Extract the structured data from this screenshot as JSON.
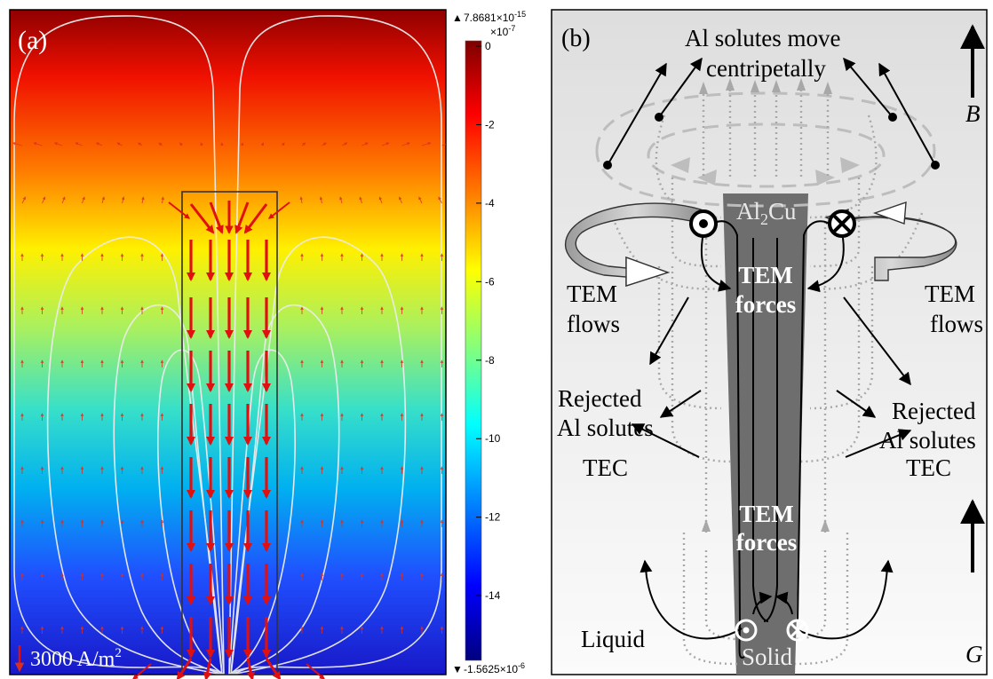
{
  "panel_a": {
    "label": "(a)",
    "scale_arrow_label": "3000 A/m",
    "scale_arrow_sup": "2"
  },
  "colorbar": {
    "max_label": "7.8681×10",
    "max_exp": "-15",
    "multiplier": "×10",
    "multiplier_exp": "-7",
    "ticks": [
      "0",
      "-2",
      "-4",
      "-6",
      "-8",
      "-10",
      "-12",
      "-14"
    ],
    "tick_values": [
      0,
      -2,
      -4,
      -6,
      -8,
      -10,
      -12,
      -14
    ],
    "range": [
      -15.625,
      0
    ],
    "min_label": "-1.5625×10",
    "min_exp": "-6",
    "colors": [
      "#7f0000",
      "#ff0000",
      "#ff8000",
      "#ffff00",
      "#80ff80",
      "#00ffff",
      "#0080ff",
      "#0000ff",
      "#00007f"
    ]
  },
  "panel_b": {
    "label": "(b)",
    "al_move_line1": "Al solutes move",
    "al_move_line2": "centripetally",
    "b_label": "B",
    "g_label": "G",
    "al2cu_main": "Al",
    "al2cu_sub": "2",
    "al2cu_tail": "Cu",
    "tem_forces_top_1": "TEM",
    "tem_forces_top_2": "forces",
    "tem_forces_bottom_1": "TEM",
    "tem_forces_bottom_2": "forces",
    "tem_flows_left_1": "TEM",
    "tem_flows_left_2": "flows",
    "tem_flows_right_1": "TEM",
    "tem_flows_right_2": "flows",
    "rejected_left_1": "Rejected",
    "rejected_left_2": "Al solutes",
    "rejected_right_1": "Rejected",
    "rejected_right_2": "Al solutes",
    "tec_left": "TEC",
    "tec_right": "TEC",
    "liquid": "Liquid",
    "solid": "Solid"
  }
}
